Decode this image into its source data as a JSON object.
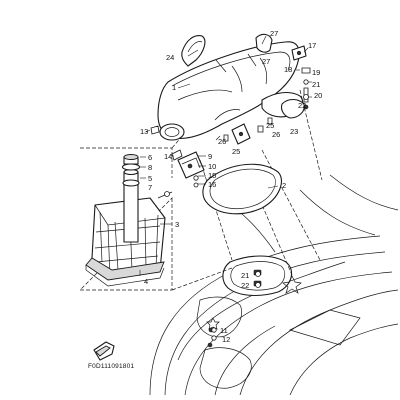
{
  "callouts": {
    "c1": "1",
    "c2": "2",
    "c3": "3",
    "c4": "4",
    "c5": "5",
    "c6": "6",
    "c7": "7",
    "c8": "8",
    "c9": "9",
    "c10": "10",
    "c11": "11",
    "c12": "12",
    "c13": "13",
    "c14": "14",
    "c15": "15",
    "c16": "16",
    "c17": "17",
    "c18": "18",
    "c19": "19",
    "c20": "20",
    "c21a": "21",
    "c21b": "21",
    "c22a": "22",
    "c22b": "22",
    "c23": "23",
    "c24": "24",
    "c25a": "25",
    "c25b": "25",
    "c26a": "26",
    "c26b": "26",
    "c27a": "27",
    "c27b": "27"
  },
  "drawing_number": "F0D111091801"
}
